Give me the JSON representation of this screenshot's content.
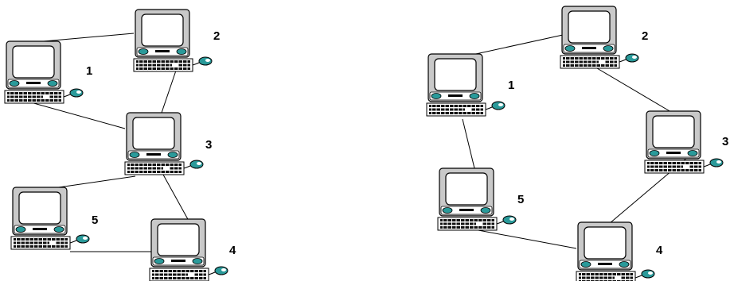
{
  "colors": {
    "background": "#ffffff",
    "line": "#000000",
    "accent": "#2a9a9a",
    "screen": "#ffffff",
    "bezel": "#c9c9c9"
  },
  "icon": "desktop-computer-icon",
  "networks": [
    {
      "nodes": [
        {
          "label": "1"
        },
        {
          "label": "2"
        },
        {
          "label": "3"
        },
        {
          "label": "4"
        },
        {
          "label": "5"
        }
      ],
      "links": [
        [
          "1",
          "2"
        ],
        [
          "1",
          "3"
        ],
        [
          "2",
          "3"
        ],
        [
          "3",
          "5"
        ],
        [
          "3",
          "4"
        ],
        [
          "5",
          "4"
        ]
      ]
    },
    {
      "nodes": [
        {
          "label": "1"
        },
        {
          "label": "2"
        },
        {
          "label": "3"
        },
        {
          "label": "4"
        },
        {
          "label": "5"
        }
      ],
      "links": [
        [
          "1",
          "2"
        ],
        [
          "2",
          "3"
        ],
        [
          "3",
          "4"
        ],
        [
          "4",
          "5"
        ],
        [
          "5",
          "1"
        ]
      ]
    }
  ]
}
